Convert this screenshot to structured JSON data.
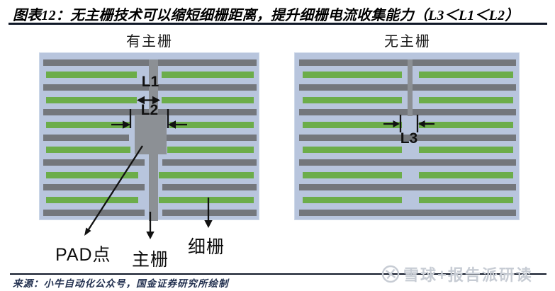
{
  "title": {
    "text": "图表12：无主栅技术可以缩短细栅距离，提升细栅电流收集能力（L3＜L1＜L2）"
  },
  "panels": {
    "left": {
      "label": "有主栅",
      "dim_labels": {
        "l1": "L1",
        "l2": "L2"
      },
      "callouts": {
        "pad": "PAD点",
        "busbar": "主栅",
        "finger": "细栅"
      }
    },
    "right": {
      "label": "无主栅",
      "dim_labels": {
        "l3": "L3"
      }
    }
  },
  "footer": {
    "source": "来源：小牛自动化公众号，国金证券研究所绘制",
    "watermark": "雪球+报告派研读"
  },
  "icons": {
    "watermark_logo": "snowball-logo-icon"
  },
  "colors": {
    "panel_bg": "#b8c5dd",
    "panel_border": "#cdd8e9",
    "gray_stripe": "#74777c",
    "green_stripe": "#6cad4a",
    "busbar_pad": "#8c9095",
    "annotation": "#111111",
    "rule": "#101828",
    "source_text": "#233150",
    "watermark": "#c7ccd4"
  }
}
